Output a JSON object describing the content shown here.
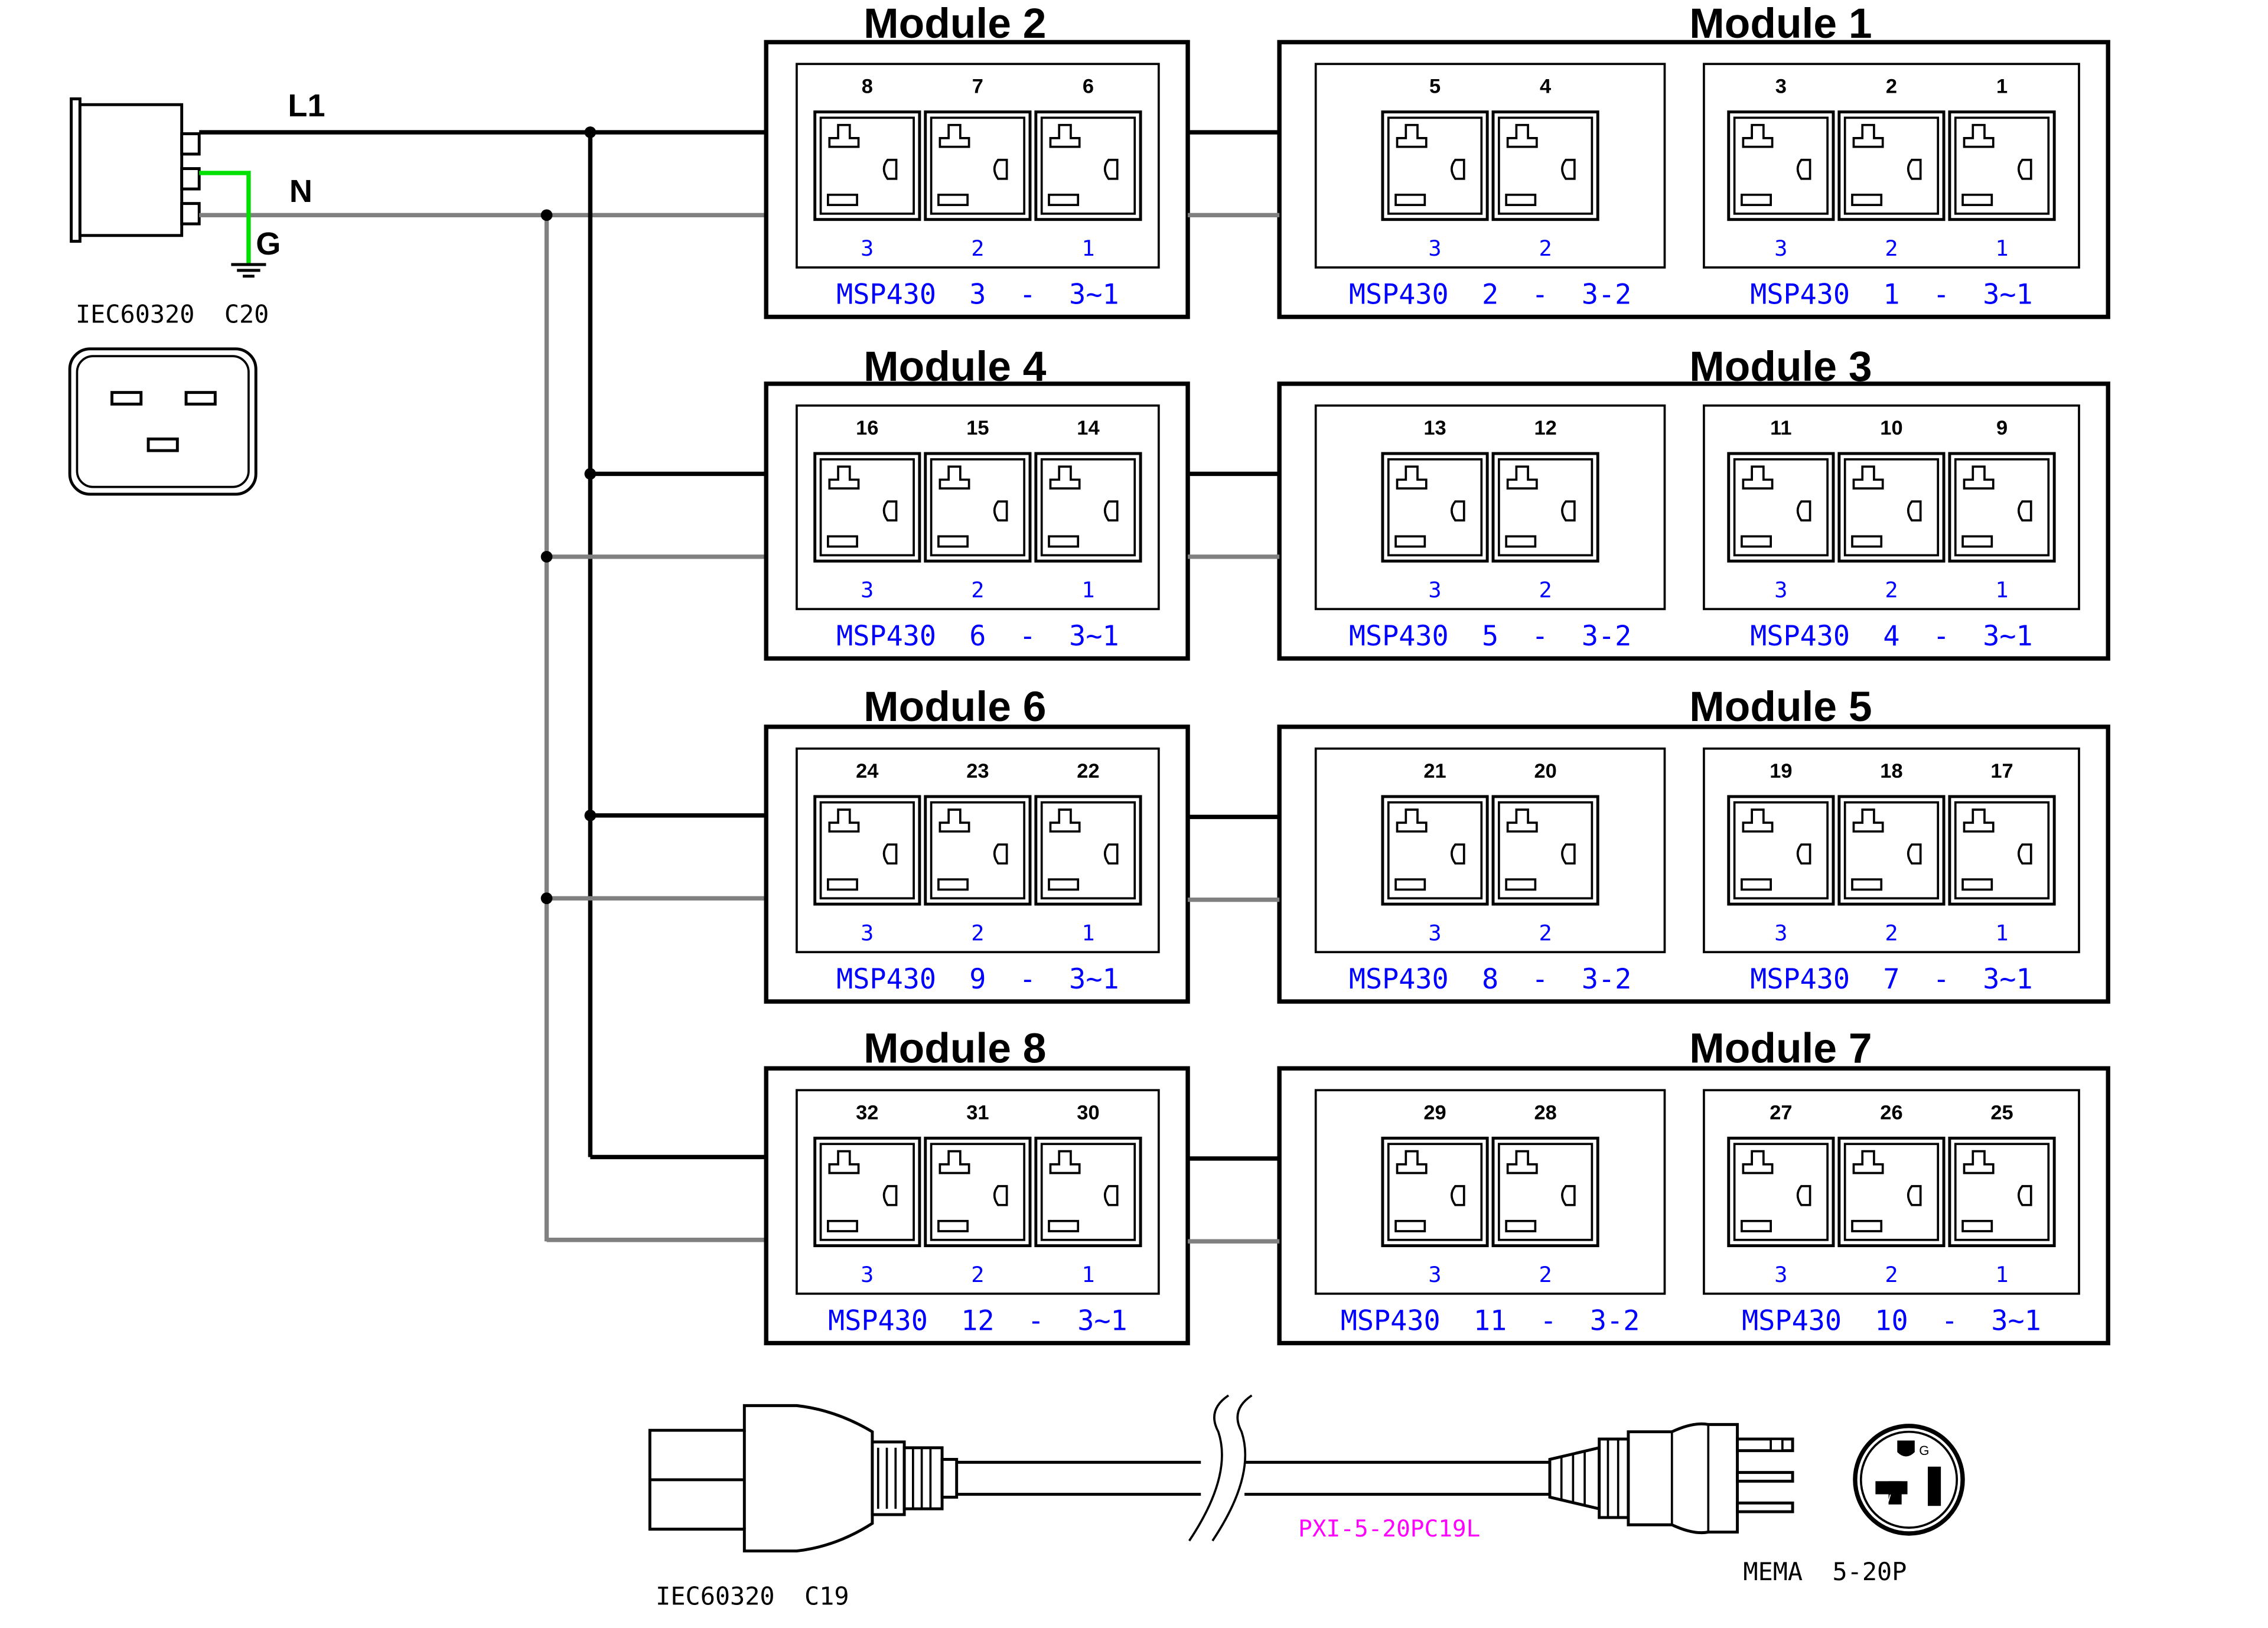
{
  "colors": {
    "line": "#000000",
    "neutral": "#808080",
    "ground": "#00e000",
    "caption": "#0000ff",
    "cable_label": "#ff00ff"
  },
  "wires": {
    "l1": "L1",
    "n": "N",
    "g": "G"
  },
  "inlet": {
    "label": "IEC60320  C20"
  },
  "cable": {
    "connector_label": "IEC60320  C19",
    "name": "PXI-5-20PC19L",
    "plug_label": "MEMA  5-20P"
  },
  "modules": [
    {
      "title": "Module  2",
      "receptacles": [
        {
          "id": "m2-r1",
          "positions": [
            "8",
            "7",
            "6"
          ],
          "indices": [
            "3",
            "2",
            "1"
          ],
          "caption": "MSP430  3  -  3~1"
        }
      ]
    },
    {
      "title": "Module 1",
      "receptacles": [
        {
          "id": "m1-r1",
          "positions": [
            "5",
            "4"
          ],
          "indices": [
            "3",
            "2"
          ],
          "caption": "MSP430  2  -  3-2"
        },
        {
          "id": "m1-r2",
          "positions": [
            "3",
            "2",
            "1"
          ],
          "indices": [
            "3",
            "2",
            "1"
          ],
          "caption": "MSP430  1  -  3~1"
        }
      ]
    },
    {
      "title": "Module  4",
      "receptacles": [
        {
          "id": "m4-r1",
          "positions": [
            "16",
            "15",
            "14"
          ],
          "indices": [
            "3",
            "2",
            "1"
          ],
          "caption": "MSP430  6  -  3~1"
        }
      ]
    },
    {
      "title": "Module  3",
      "receptacles": [
        {
          "id": "m3-r1",
          "positions": [
            "13",
            "12"
          ],
          "indices": [
            "3",
            "2"
          ],
          "caption": "MSP430  5  -  3-2"
        },
        {
          "id": "m3-r2",
          "positions": [
            "11",
            "10",
            "9"
          ],
          "indices": [
            "3",
            "2",
            "1"
          ],
          "caption": "MSP430  4  -  3~1"
        }
      ]
    },
    {
      "title": "Module  6",
      "receptacles": [
        {
          "id": "m6-r1",
          "positions": [
            "24",
            "23",
            "22"
          ],
          "indices": [
            "3",
            "2",
            "1"
          ],
          "caption": "MSP430  9  -  3~1"
        }
      ]
    },
    {
      "title": "Module  5",
      "receptacles": [
        {
          "id": "m5-r1",
          "positions": [
            "21",
            "20"
          ],
          "indices": [
            "3",
            "2"
          ],
          "caption": "MSP430  8  -  3-2"
        },
        {
          "id": "m5-r2",
          "positions": [
            "19",
            "18",
            "17"
          ],
          "indices": [
            "3",
            "2",
            "1"
          ],
          "caption": "MSP430  7  -  3~1"
        }
      ]
    },
    {
      "title": "Module  8",
      "receptacles": [
        {
          "id": "m8-r1",
          "positions": [
            "32",
            "31",
            "30"
          ],
          "indices": [
            "3",
            "2",
            "1"
          ],
          "caption": "MSP430  12  -  3~1"
        }
      ]
    },
    {
      "title": "Module  7",
      "receptacles": [
        {
          "id": "m7-r1",
          "positions": [
            "29",
            "28"
          ],
          "indices": [
            "3",
            "2"
          ],
          "caption": "MSP430  11  -  3-2"
        },
        {
          "id": "m7-r2",
          "positions": [
            "27",
            "26",
            "25"
          ],
          "indices": [
            "3",
            "2",
            "1"
          ],
          "caption": "MSP430  10  -  3~1"
        }
      ]
    }
  ]
}
